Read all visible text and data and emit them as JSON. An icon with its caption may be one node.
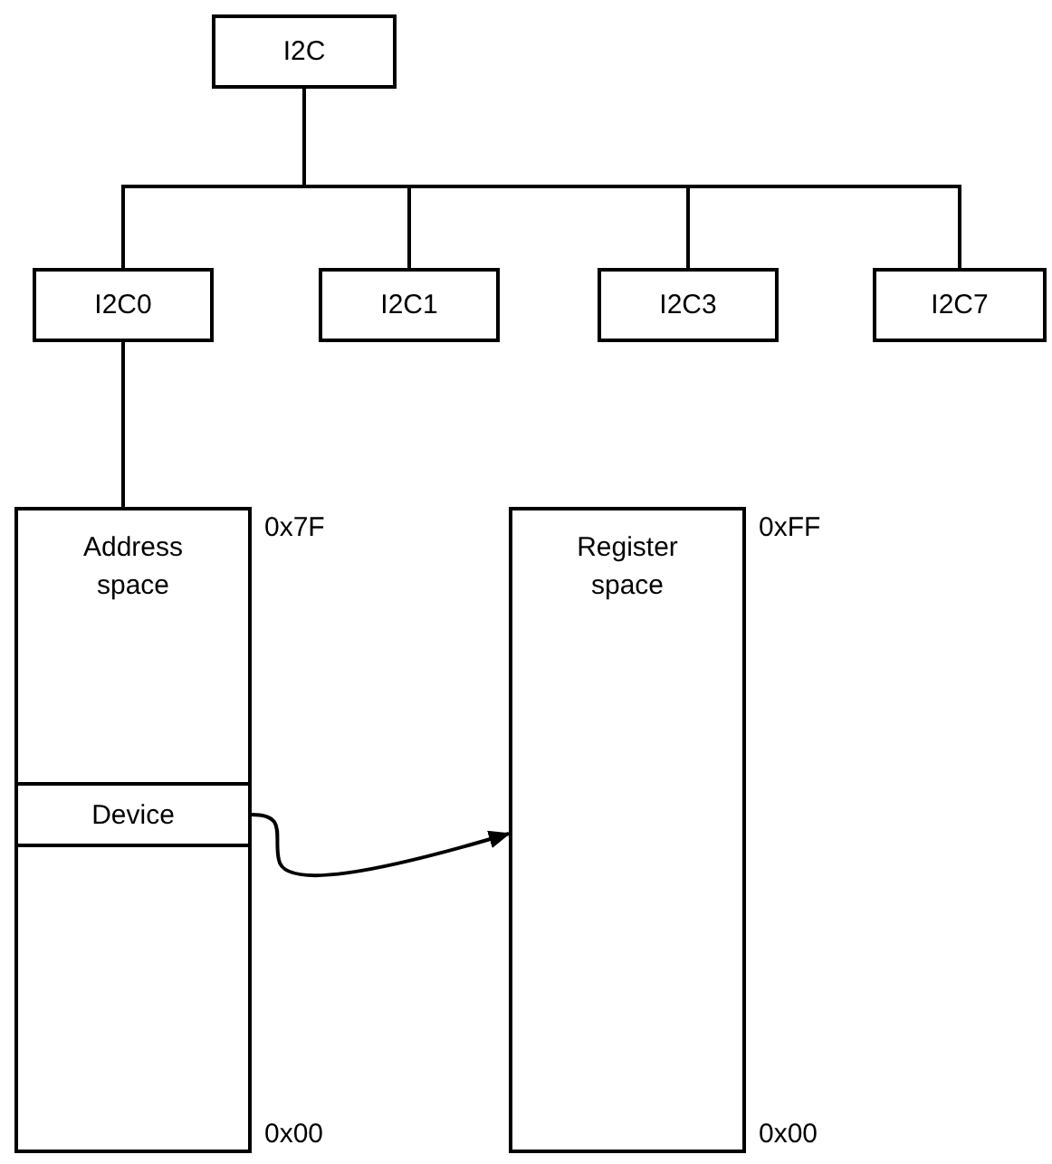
{
  "diagram": {
    "nodes": [
      {
        "text": [
          "I2C"
        ]
      },
      {
        "text": [
          "I2C0"
        ]
      },
      {
        "text": [
          "I2C1"
        ]
      },
      {
        "text": [
          "I2C3"
        ]
      },
      {
        "text": [
          "I2C7"
        ]
      },
      {
        "text": [
          "Address space"
        ]
      },
      {
        "text": [
          "Device"
        ],
        "in": 5
      },
      {
        "text": [
          "Register space"
        ]
      }
    ],
    "edges": [
      {
        "from": 0,
        "to": 1,
        "arrow": "none"
      },
      {
        "from": 0,
        "to": 2,
        "arrow": "none"
      },
      {
        "from": 0,
        "to": 3,
        "arrow": "none"
      },
      {
        "from": 0,
        "to": 4,
        "arrow": "none"
      },
      {
        "from": 1,
        "to": 5,
        "arrow": "none"
      },
      {
        "from": 6,
        "to": 7,
        "arrow": "to"
      }
    ],
    "labels": [
      "0x7F",
      "0x00",
      "0xFF",
      "0x00"
    ]
  }
}
